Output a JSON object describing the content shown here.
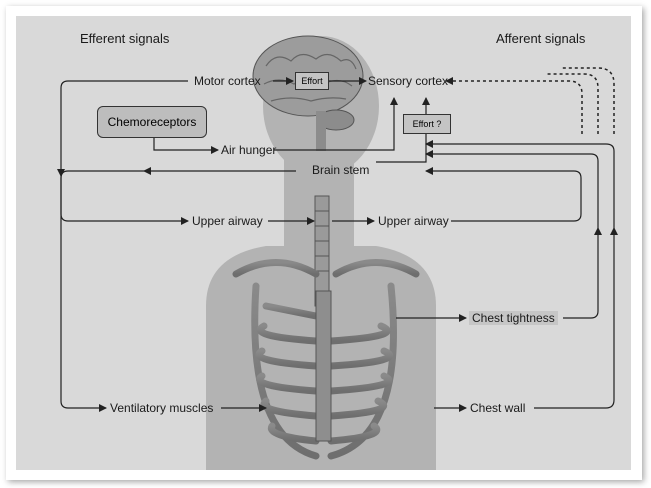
{
  "headers": {
    "efferent": "Efferent signals",
    "afferent": "Afferent signals"
  },
  "labels": {
    "motor_cortex": "Motor cortex",
    "effort": "Effort",
    "sensory_cortex": "Sensory cortex",
    "chemoreceptors": "Chemoreceptors",
    "effort_q": "Effort ?",
    "air_hunger": "Air hunger",
    "brain_stem": "Brain stem",
    "upper_airway_left": "Upper airway",
    "upper_airway_right": "Upper airway",
    "chest_tightness": "Chest tightness",
    "ventilatory_muscles": "Ventilatory muscles",
    "chest_wall": "Chest wall"
  }
}
